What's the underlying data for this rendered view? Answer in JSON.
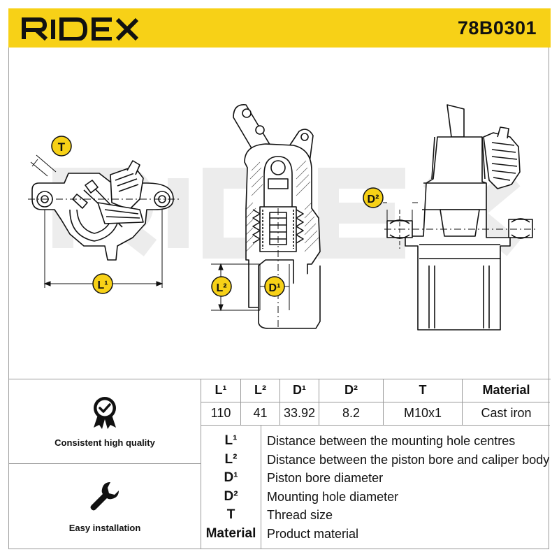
{
  "header": {
    "brand": "RIDEX",
    "part_number": "78B0301",
    "accent_color": "#f7d117"
  },
  "diagram": {
    "markers": {
      "t": "T",
      "l1": "L¹",
      "l2": "L²",
      "d1": "D¹",
      "d2": "D²"
    },
    "watermark": "RIDEX"
  },
  "specs": {
    "headers": [
      "L¹",
      "L²",
      "D¹",
      "D²",
      "T",
      "Material"
    ],
    "values": [
      "110",
      "41",
      "33.92",
      "8.2",
      "M10x1",
      "Cast iron"
    ]
  },
  "legend": [
    {
      "code": "L¹",
      "text": "Distance between the mounting hole centres"
    },
    {
      "code": "L²",
      "text": "Distance between the piston bore and caliper body"
    },
    {
      "code": "D¹",
      "text": "Piston bore diameter"
    },
    {
      "code": "D²",
      "text": "Mounting hole diameter"
    },
    {
      "code": "T",
      "text": "Thread size"
    },
    {
      "code": "Material",
      "text": "Product material"
    }
  ],
  "badges": [
    {
      "label": "Consistent high quality",
      "icon": "quality-seal-icon"
    },
    {
      "label": "Easy installation",
      "icon": "wrench-icon"
    }
  ]
}
